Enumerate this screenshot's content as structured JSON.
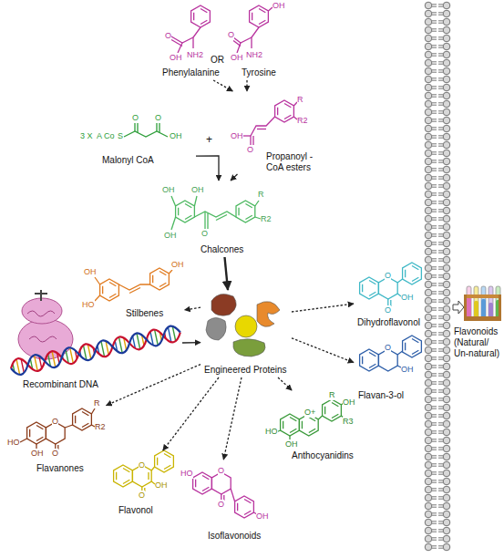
{
  "diagram": {
    "nodes": [
      {
        "text": [
          "Phenylalanine",
          "OH",
          "O",
          "NH2"
        ]
      },
      {
        "text": [
          "Tyrosine",
          "OH",
          "OH",
          "O",
          "NH2"
        ]
      },
      {
        "text": [
          "Propanoyl -CoA esters",
          "R",
          "R2",
          "OH",
          "O"
        ]
      },
      {
        "text": [
          "Malonyl CoA",
          "3 X",
          "A",
          "Co",
          "S",
          "O",
          "O",
          "OH"
        ]
      },
      {
        "text": [
          "Chalcones",
          "OH",
          "OH",
          "OH",
          "O",
          "R",
          "R2"
        ]
      },
      {
        "text": [
          "Stilbenes",
          "OH",
          "HO",
          "OH"
        ]
      },
      {
        "text": [
          "Dihydroflavonol",
          "O",
          "O",
          "OH"
        ]
      },
      {
        "text": [
          "Flavan-3-ol",
          "O",
          "OH"
        ]
      },
      {
        "text": [
          "Engineered Proteins"
        ]
      },
      {
        "text": [
          "Recombinant DNA"
        ]
      },
      {
        "text": [
          "Flavanones",
          "HO",
          "OH",
          "O",
          "O",
          "R",
          "R2"
        ]
      },
      {
        "text": [
          "Flavonol",
          "O",
          "O",
          "OH"
        ]
      },
      {
        "text": [
          "Isoflavonoids",
          "HO",
          "O",
          "O",
          "OH"
        ]
      },
      {
        "text": [
          "Anthocyanidins",
          "HO",
          "O+",
          "OH",
          "R",
          "OH",
          "R3"
        ]
      },
      {
        "text": [
          "Flavonoids (Natural/ Un-natural)"
        ]
      }
    ],
    "edges": [
      {
        "from": 0,
        "to": 2,
        "arrow": "to"
      },
      {
        "from": 1,
        "to": 2,
        "arrow": "to"
      },
      {
        "from": 3,
        "to": 4,
        "arrow": "to"
      },
      {
        "from": 2,
        "to": 4,
        "arrow": "to"
      },
      {
        "from": 4,
        "to": 8,
        "arrow": "to"
      },
      {
        "from": 9,
        "to": 8,
        "arrow": "to"
      },
      {
        "from": 8,
        "to": 5,
        "arrow": "to"
      },
      {
        "from": 8,
        "to": 6,
        "arrow": "to"
      },
      {
        "from": 8,
        "to": 7,
        "arrow": "to"
      },
      {
        "from": 8,
        "to": 10,
        "arrow": "to"
      },
      {
        "from": 8,
        "to": 11,
        "arrow": "to"
      },
      {
        "from": 8,
        "to": 12,
        "arrow": "to"
      },
      {
        "from": 8,
        "to": 13,
        "arrow": "to"
      }
    ],
    "labels": [
      "OR",
      "+"
    ]
  }
}
